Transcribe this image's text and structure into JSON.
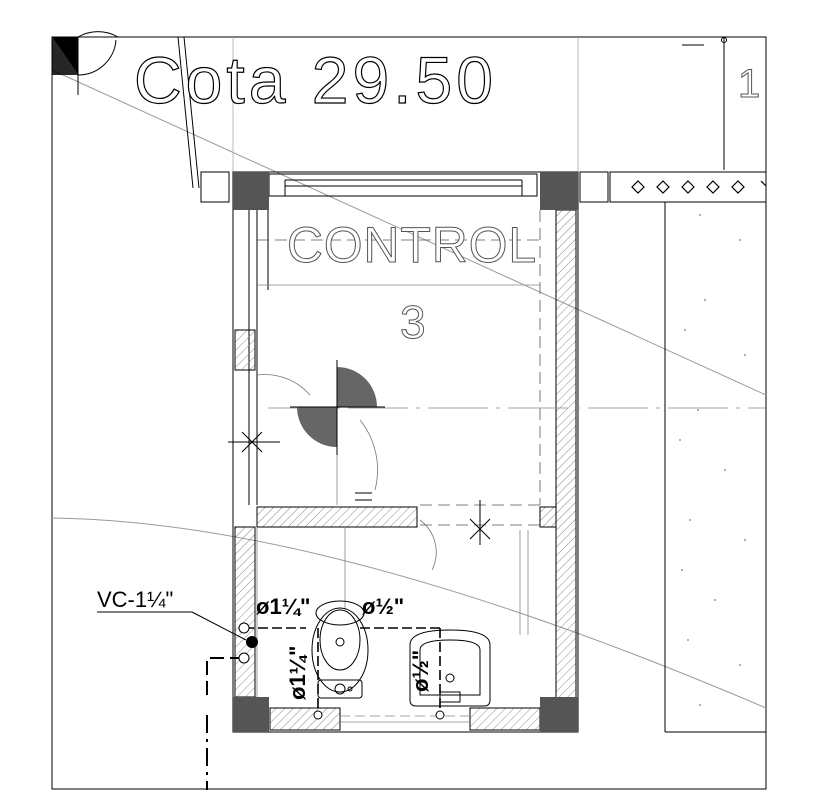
{
  "title_label": "Cota 29.50",
  "room": {
    "name": "CONTROL",
    "number": "3"
  },
  "sheet_marker": "1",
  "annotations": {
    "drain_label": "VC-1¼\"",
    "pipe_top_left": "ø1¼\"",
    "pipe_top_right": "ø½\"",
    "pipe_vert_left": "ø1¼\"",
    "pipe_vert_right": "ø½\""
  },
  "colors": {
    "line": "#000000",
    "thin_line": "#888888",
    "column_fill": "#555555",
    "hatch": "#7a7a7a"
  }
}
